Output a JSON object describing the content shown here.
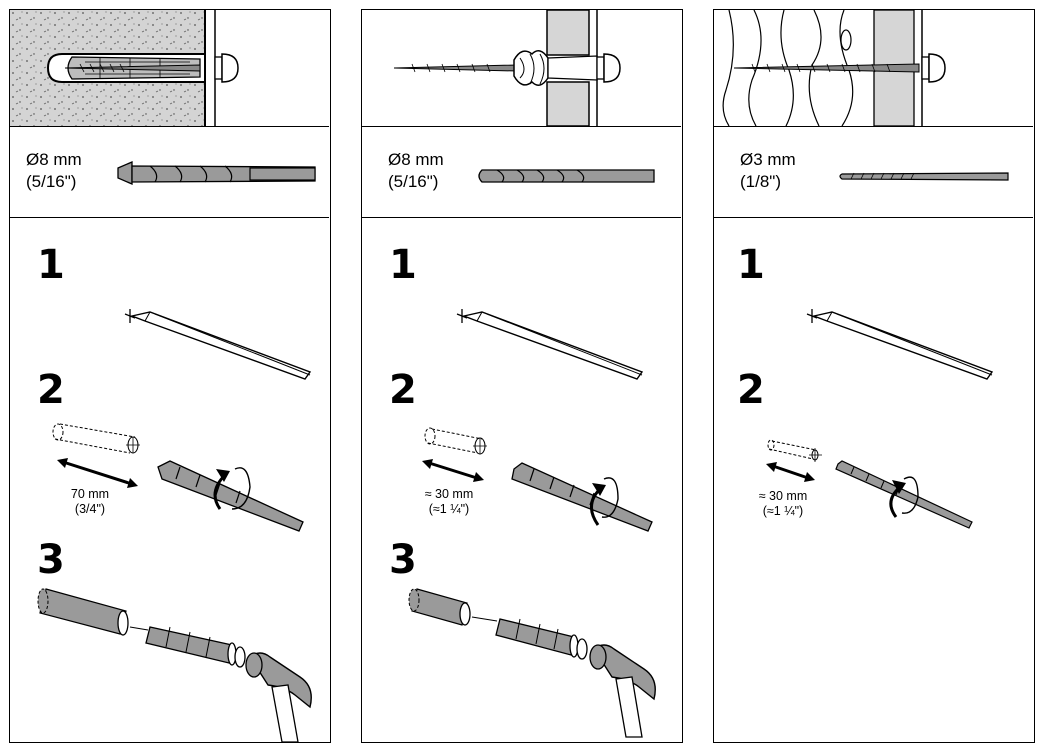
{
  "panels": [
    {
      "wall": "concrete",
      "drill_size": "Ø8 mm",
      "drill_size_inch": "(5/16\")",
      "steps": [
        "1",
        "2",
        "3"
      ],
      "depth": "70 mm",
      "depth_inch": "(3/4\")"
    },
    {
      "wall": "hollow",
      "drill_size": "Ø8 mm",
      "drill_size_inch": "(5/16\")",
      "steps": [
        "1",
        "2",
        "3"
      ],
      "depth": "≈ 30 mm",
      "depth_inch": "(≈1 ¼\")"
    },
    {
      "wall": "wood",
      "drill_size": "Ø3 mm",
      "drill_size_inch": "(1/8\")",
      "steps": [
        "1",
        "2"
      ],
      "depth": "≈ 30 mm",
      "depth_inch": "(≈1 ¼\")"
    }
  ],
  "colors": {
    "line": "#000000",
    "fill_grey": "#9a9a9a",
    "concrete": "#d6d6d6",
    "background": "#ffffff"
  },
  "icons": [
    "pencil-icon",
    "drill-bit-icon",
    "plug-icon",
    "screw-icon",
    "hammer-icon",
    "rotation-arrow-icon"
  ]
}
